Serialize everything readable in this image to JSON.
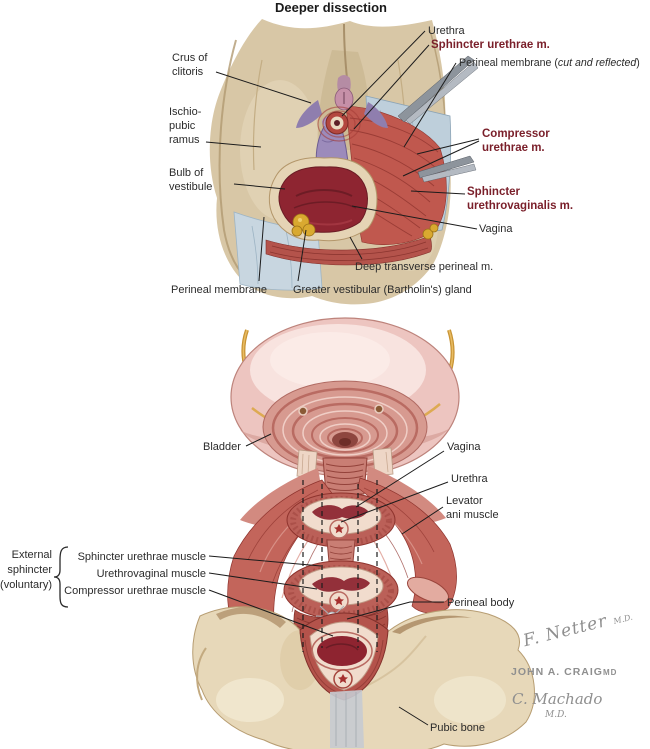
{
  "colors": {
    "label_text": "#2b2b2b",
    "accent_maroon": "#7a1f2a",
    "signature_gray": "#8f8f8f",
    "muscle_red": "#c3655b",
    "membrane_blue": "#becfdb",
    "bone_tan": "#e7d8b9",
    "bladder_pink": "#edc5c0",
    "gland_yellow": "#d9a930"
  },
  "top_panel": {
    "title": "Deeper dissection",
    "labels": {
      "urethra": "Urethra",
      "sphincter_urethrae": "Sphincter urethrae m.",
      "perineal_membrane_reflected_prefix": "Perineal membrane (",
      "perineal_membrane_reflected_italic": "cut and reflected",
      "perineal_membrane_reflected_suffix": ")",
      "crus_line1": "Crus of",
      "crus_line2": "clitoris",
      "ischiopubic_line1": "Ischio-",
      "ischiopubic_line2": "pubic",
      "ischiopubic_line3": "ramus",
      "compressor_line1": "Compressor",
      "compressor_line2": "urethrae m.",
      "bulb_line1": "Bulb of",
      "bulb_line2": "vestibule",
      "urethrovaginalis_line1": "Sphincter",
      "urethrovaginalis_line2": "urethrovaginalis m.",
      "vagina": "Vagina",
      "deep_transverse": "Deep transverse perineal m.",
      "perineal_membrane": "Perineal membrane",
      "bartholin": "Greater vestibular (Bartholin's) gland"
    }
  },
  "bottom_panel": {
    "labels": {
      "bladder": "Bladder",
      "vagina": "Vagina",
      "urethra": "Urethra",
      "levator_line1": "Levator",
      "levator_line2": "ani muscle",
      "external_line1": "External",
      "external_line2": "sphincter",
      "external_line3": "(voluntary)",
      "sphincter_urethrae_muscle": "Sphincter urethrae muscle",
      "urethrovaginal_muscle": "Urethrovaginal muscle",
      "compressor_urethrae_muscle": "Compressor urethrae muscle",
      "perineal_body": "Perineal body",
      "pubic_bone": "Pubic bone"
    },
    "signatures": {
      "netter": "F. Netter",
      "netter_md": "M.D.",
      "craig": "JOHN A. CRAIG",
      "craig_md": "MD",
      "machado": "C. Machado",
      "machado_md": "M.D."
    }
  }
}
